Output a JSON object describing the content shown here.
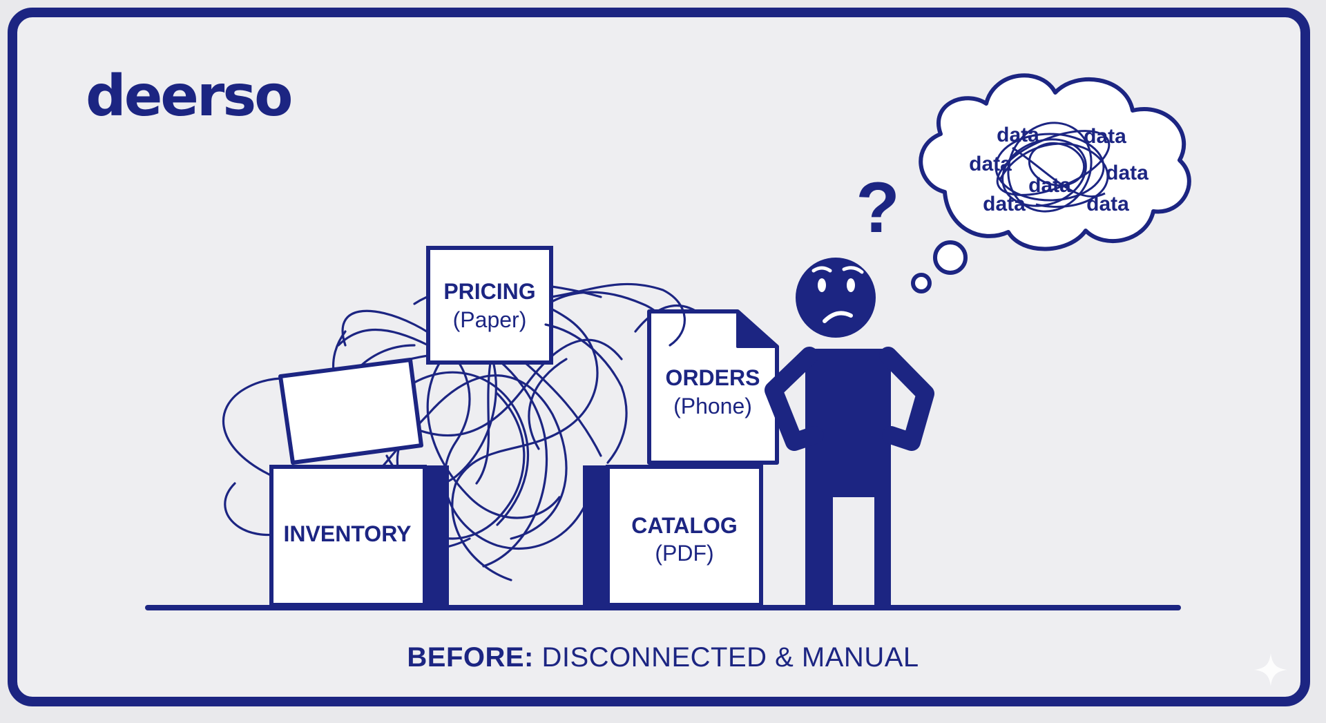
{
  "brand": {
    "name": "deerso"
  },
  "boxes": {
    "pricing": {
      "title": "PRICING",
      "subtitle": "(Paper)"
    },
    "orders": {
      "title": "ORDERS",
      "subtitle": "(Phone)"
    },
    "inventory": {
      "title": "INVENTORY"
    },
    "catalog": {
      "title": "CATALOG",
      "subtitle": "(PDF)"
    }
  },
  "person": {
    "question_mark": "?"
  },
  "thought_cloud": {
    "words": [
      "data",
      "data",
      "data",
      "data",
      "data",
      "data",
      "data"
    ]
  },
  "caption": {
    "lead": "BEFORE:",
    "text": "DISCONNECTED & MANUAL"
  },
  "colors": {
    "ink": "#1c2582",
    "background": "#eeeef1",
    "paper": "#ffffff"
  }
}
